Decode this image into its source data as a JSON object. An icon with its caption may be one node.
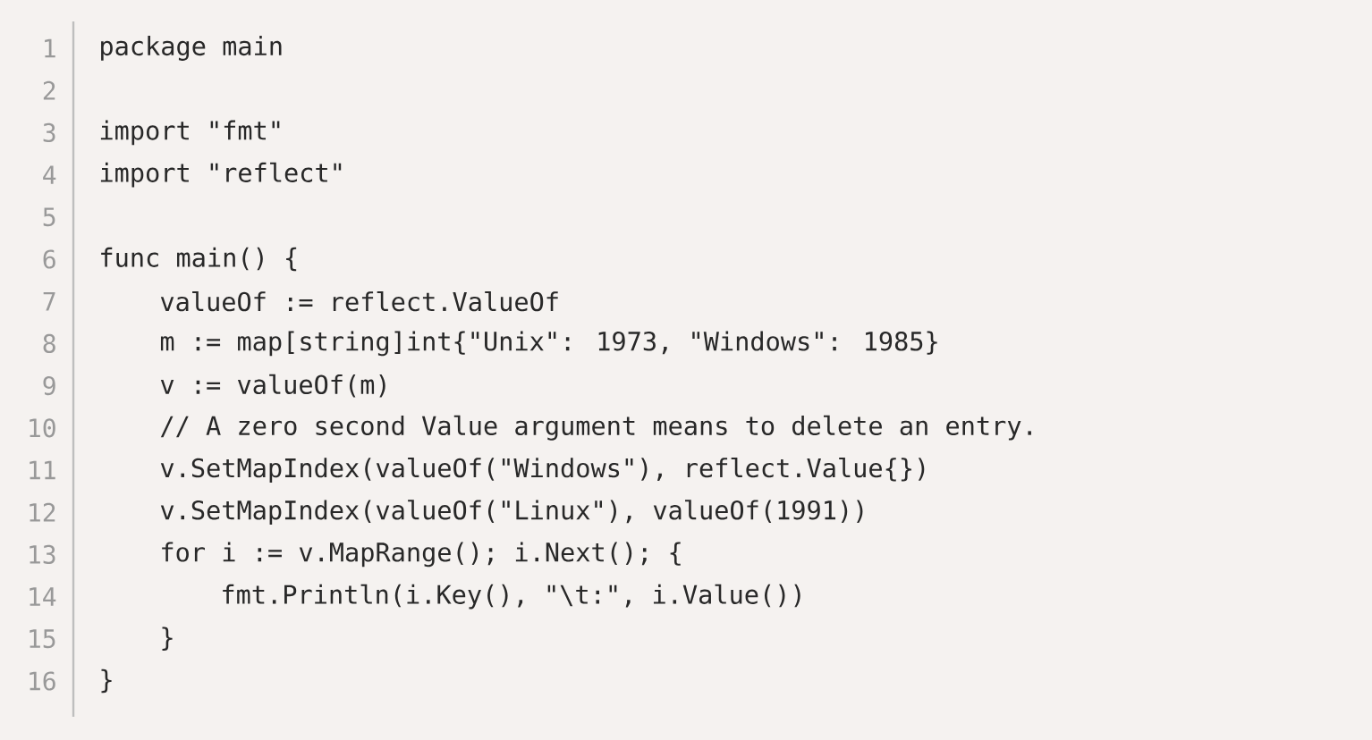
{
  "diagram": {
    "labels": [
      "1",
      "package main",
      "2",
      "3",
      "import \"fmt\"",
      "4",
      "import \"reflect\"",
      "5",
      "6",
      "func main() {",
      "7",
      "valueOf := reflect.ValueOf",
      "8",
      "m := map[string]int{\"Unix\": 1973, \"Windows\": 1985}",
      "9",
      "v := valueOf(m)",
      "10",
      "// A zero second Value argument means to delete an entry.",
      "11",
      "v.SetMapIndex(valueOf(\"Windows\"), reflect.Value{})",
      "12",
      "v.SetMapIndex(valueOf(\"Linux\"), valueOf(1991))",
      "13",
      "for i := v.MapRange(); i.Next(); {",
      "14",
      "fmt.Println(i.Key(), \"\\t:\", i.Value())",
      "15",
      "}",
      "16",
      "}"
    ]
  }
}
